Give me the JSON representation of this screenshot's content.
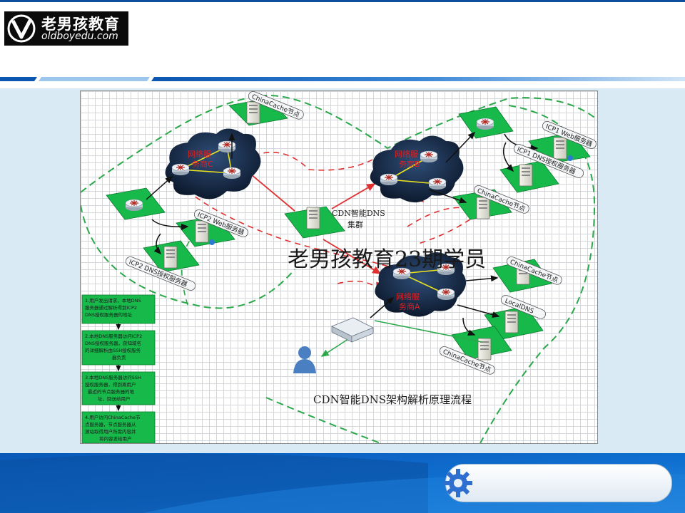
{
  "header": {
    "logo_cn": "老男孩教育",
    "logo_en": "oldboyedu.com"
  },
  "colors": {
    "brand_blue": "#0d4f9c",
    "node_green": "#17b94a",
    "link_red": "#e03030",
    "dash_green": "#2aa84a",
    "content_bg": "#daeaf4"
  },
  "diagram": {
    "nodes": {
      "chinacache_top": "ChinaCache节点",
      "net_c_line1": "网络服",
      "net_c_line2": "务商C",
      "net_b_line1": "网络服",
      "net_b_line2": "务商B",
      "net_a_line1": "网络服",
      "net_a_line2": "务商A",
      "icp1_web": "ICP1 Web服务器",
      "icp1_dns": "ICP1 DNS授权服务器",
      "chinacache_b": "ChinaCache节点",
      "cdn_dns_line1": "CDN智能DNS",
      "cdn_dns_line2": "集群",
      "icp2_web": "ICP2 Web服务器",
      "icp2_dns": "ICP2 DNS授权服务器",
      "chinacache_a_mid": "ChinaCache节点",
      "localdns": "LocalDNS",
      "chinacache_bottom": "ChinaCache节点"
    },
    "watermark": "老男孩教育23期学员",
    "caption": "CDN智能DNS架构解析原理流程",
    "flow_steps": [
      [
        "1.用户发出请求，本地DNS",
        "服务器通过解析得到ICP2",
        "DNS授权服务器的地址"
      ],
      [
        "2.本地DNS服务器访问ICP2",
        "DNS授权服务器，获知域名",
        "的详细解析由SSH授权服务",
        "器负责"
      ],
      [
        "3.本地DNS服务器访问SSH",
        "授权服务器，得到离用户",
        "最近的节点服务器的地",
        "址，回送给用户"
      ],
      [
        "4.用户访问ChinaCache节",
        "点服务器，节点服务器从",
        "源站取得用户所需内容并",
        "将内容发给用户"
      ]
    ]
  }
}
